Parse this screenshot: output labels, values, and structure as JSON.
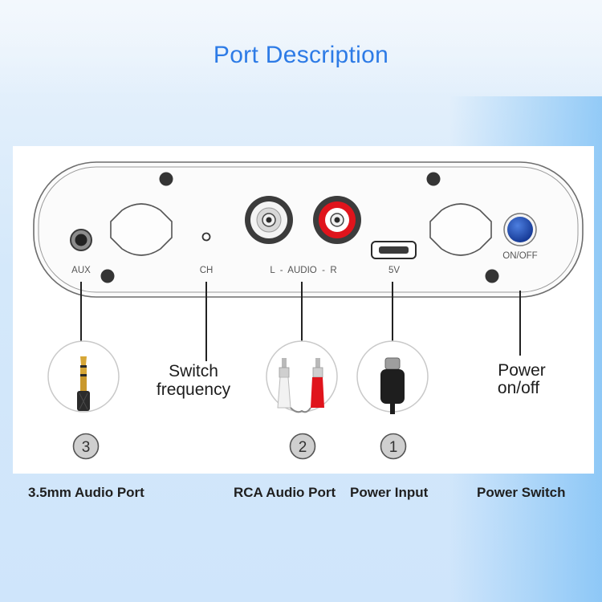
{
  "title": "Port Description",
  "device": {
    "aux_label": "AUX",
    "ch_label": "CH",
    "audio_label": "L  -  AUDIO  -  R",
    "five_v_label": "5V",
    "on_off_label": "ON/OFF"
  },
  "callouts": {
    "switch_frequency_line1": "Switch",
    "switch_frequency_line2": "frequency",
    "power_line1": "Power",
    "power_line2": "on/off"
  },
  "badges": {
    "aux": "3",
    "rca": "2",
    "power": "1"
  },
  "bottom_labels": {
    "aux_port": "3.5mm Audio Port",
    "rca_port": "RCA Audio Port",
    "power_input": "Power Input",
    "power_switch": "Power Switch"
  },
  "colors": {
    "title": "#2d7be6",
    "rca_red": "#e0141c",
    "power_button": "#1f4fb8"
  }
}
